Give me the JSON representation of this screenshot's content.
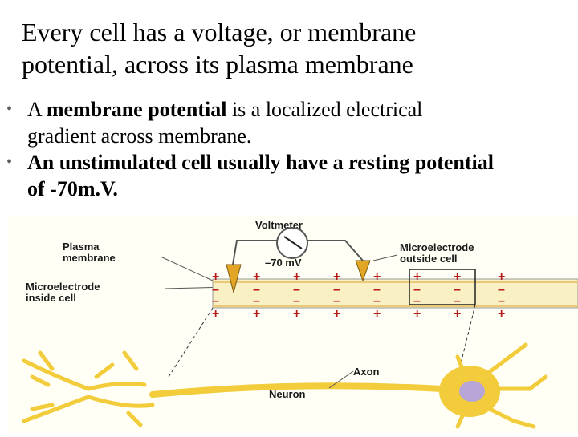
{
  "slide": {
    "title_line1": "Every cell has a voltage, or membrane",
    "title_line2": "potential, across its plasma membrane"
  },
  "bullets": [
    {
      "lead": "A ",
      "bold": "membrane potential",
      "rest": " is a localized electrical",
      "line2": "gradient across membrane."
    },
    {
      "line1": "An unstimulated cell usually have a resting potential",
      "line2": "of -70m.V."
    }
  ],
  "figure": {
    "voltmeter_label": "Voltmeter",
    "voltmeter_reading": "–70 mV",
    "plasma_label_1": "Plasma",
    "plasma_label_2": "membrane",
    "inside_label_1": "Microelectrode",
    "inside_label_2": "inside cell",
    "outside_label_1": "Microelectrode",
    "outside_label_2": "outside cell",
    "axon_label": "Axon",
    "neuron_label": "Neuron"
  }
}
